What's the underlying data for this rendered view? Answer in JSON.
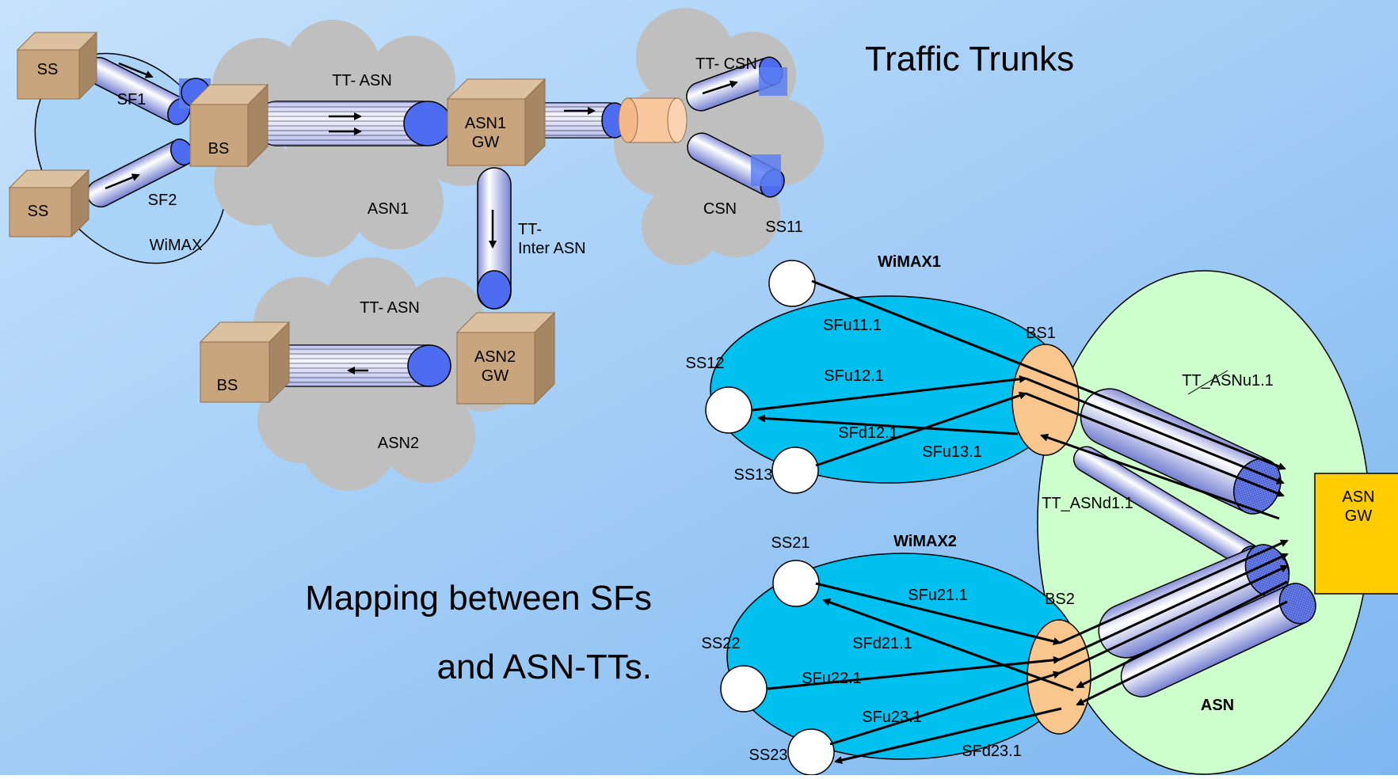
{
  "headings": {
    "traffic_trunks": "Traffic Trunks",
    "mapping_line1": "Mapping between SFs",
    "mapping_line2": "and ASN-TTs."
  },
  "top_diagram": {
    "ss_top": "SS",
    "ss_bottom": "SS",
    "bs_left": "BS",
    "sf1": "SF1",
    "sf2": "SF2",
    "wimax": "WiMAX",
    "tt_asn1": "TT- ASN",
    "asn1": "ASN1",
    "asn1_gw_1": "ASN1",
    "asn1_gw_2": "GW",
    "tt_csn": "TT- CSN",
    "csn": "CSN",
    "ss11": "SS11",
    "tt_inter_1": "TT-",
    "tt_inter_2": "Inter ASN",
    "tt_asn2": "TT- ASN",
    "bs_asn2": "BS",
    "asn2_gw_1": "ASN2",
    "asn2_gw_2": "GW",
    "asn2": "ASN2"
  },
  "bottom_diagram": {
    "wimax1": "WiMAX1",
    "wimax2": "WiMAX2",
    "asn": "ASN",
    "asn_gw_1": "ASN",
    "asn_gw_2": "GW",
    "bs1": "BS1",
    "bs2": "BS2",
    "ss12": "SS12",
    "ss13": "SS13",
    "ss21": "SS21",
    "ss22": "SS22",
    "ss23": "SS23",
    "sfu11": "SFu11.1",
    "sfu12": "SFu12.1",
    "sfd12": "SFd12.1",
    "sfu13": "SFu13.1",
    "tt_asnu": "TT_ASNu1.1",
    "tt_asnd": "TT_ASNd1.1",
    "sfu21": "SFu21.1",
    "sfd21": "SFd21.1",
    "sfu22": "SFu22.1",
    "sfu23": "SFu23.1",
    "sfd23": "SFd23.1"
  },
  "colors": {
    "background_top": "#C4E0FB",
    "background_bottom": "#7FB9F2",
    "cloud": "#BEBEBE",
    "box": "#C9A57E",
    "wimax_bottom": "#00C0F0",
    "asn_oval": "#CCFFCC",
    "bs_oval": "#F9C78E",
    "asn_gw": "#FFCC00",
    "tube": "#DDDDFF",
    "tube_end": "#5A78E8"
  }
}
